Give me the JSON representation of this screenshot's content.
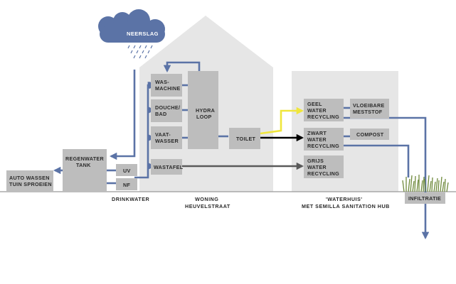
{
  "colors": {
    "house": "#e6e6e6",
    "box": "#bdbdbd",
    "pipe_blue": "#5b73a6",
    "pipe_yellow": "#f0e63c",
    "pipe_black": "#000000",
    "pipe_gray": "#5a5a5a",
    "cloud": "#5b73a6",
    "ground": "#999999",
    "grass": "#6f8a3c"
  },
  "cloud": {
    "label": "NEERSLAG",
    "icon": "rain-cloud-icon"
  },
  "boxes": {
    "wasmachine": [
      "WAS-",
      "MACHINE"
    ],
    "douche": [
      "DOUCHE/",
      "BAD"
    ],
    "vaatwasser": [
      "VAAT-",
      "WASSER"
    ],
    "wastafel": [
      "WASTAFEL"
    ],
    "hydraloop": [
      "HYDRA",
      "LOOP"
    ],
    "toilet": [
      "TOILET"
    ],
    "regenwater": [
      "REGENWATER",
      "TANK"
    ],
    "uv": [
      "UV"
    ],
    "nf": [
      "NF"
    ],
    "autowassen": [
      "AUTO WASSEN",
      "TUIN SPROEIEN"
    ],
    "geel": [
      "GEEL",
      "WATER",
      "RECYCLING"
    ],
    "zwart": [
      "ZWART",
      "WATER",
      "RECYCLING"
    ],
    "grijs": [
      "GRIJS",
      "WATER",
      "RECYCLING"
    ],
    "meststof": [
      "VLOEIBARE",
      "MESTSTOF"
    ],
    "compost": [
      "COMPOST"
    ]
  },
  "captions": {
    "drinkwater": [
      "DRINKWATER"
    ],
    "woning": [
      "WONING",
      "HEUVELSTRAAT"
    ],
    "waterhuis": [
      "'WATERHUIS'",
      "MET SEMILLA SANITATION HUB"
    ],
    "infiltratie": [
      "INFILTRATIE"
    ]
  }
}
